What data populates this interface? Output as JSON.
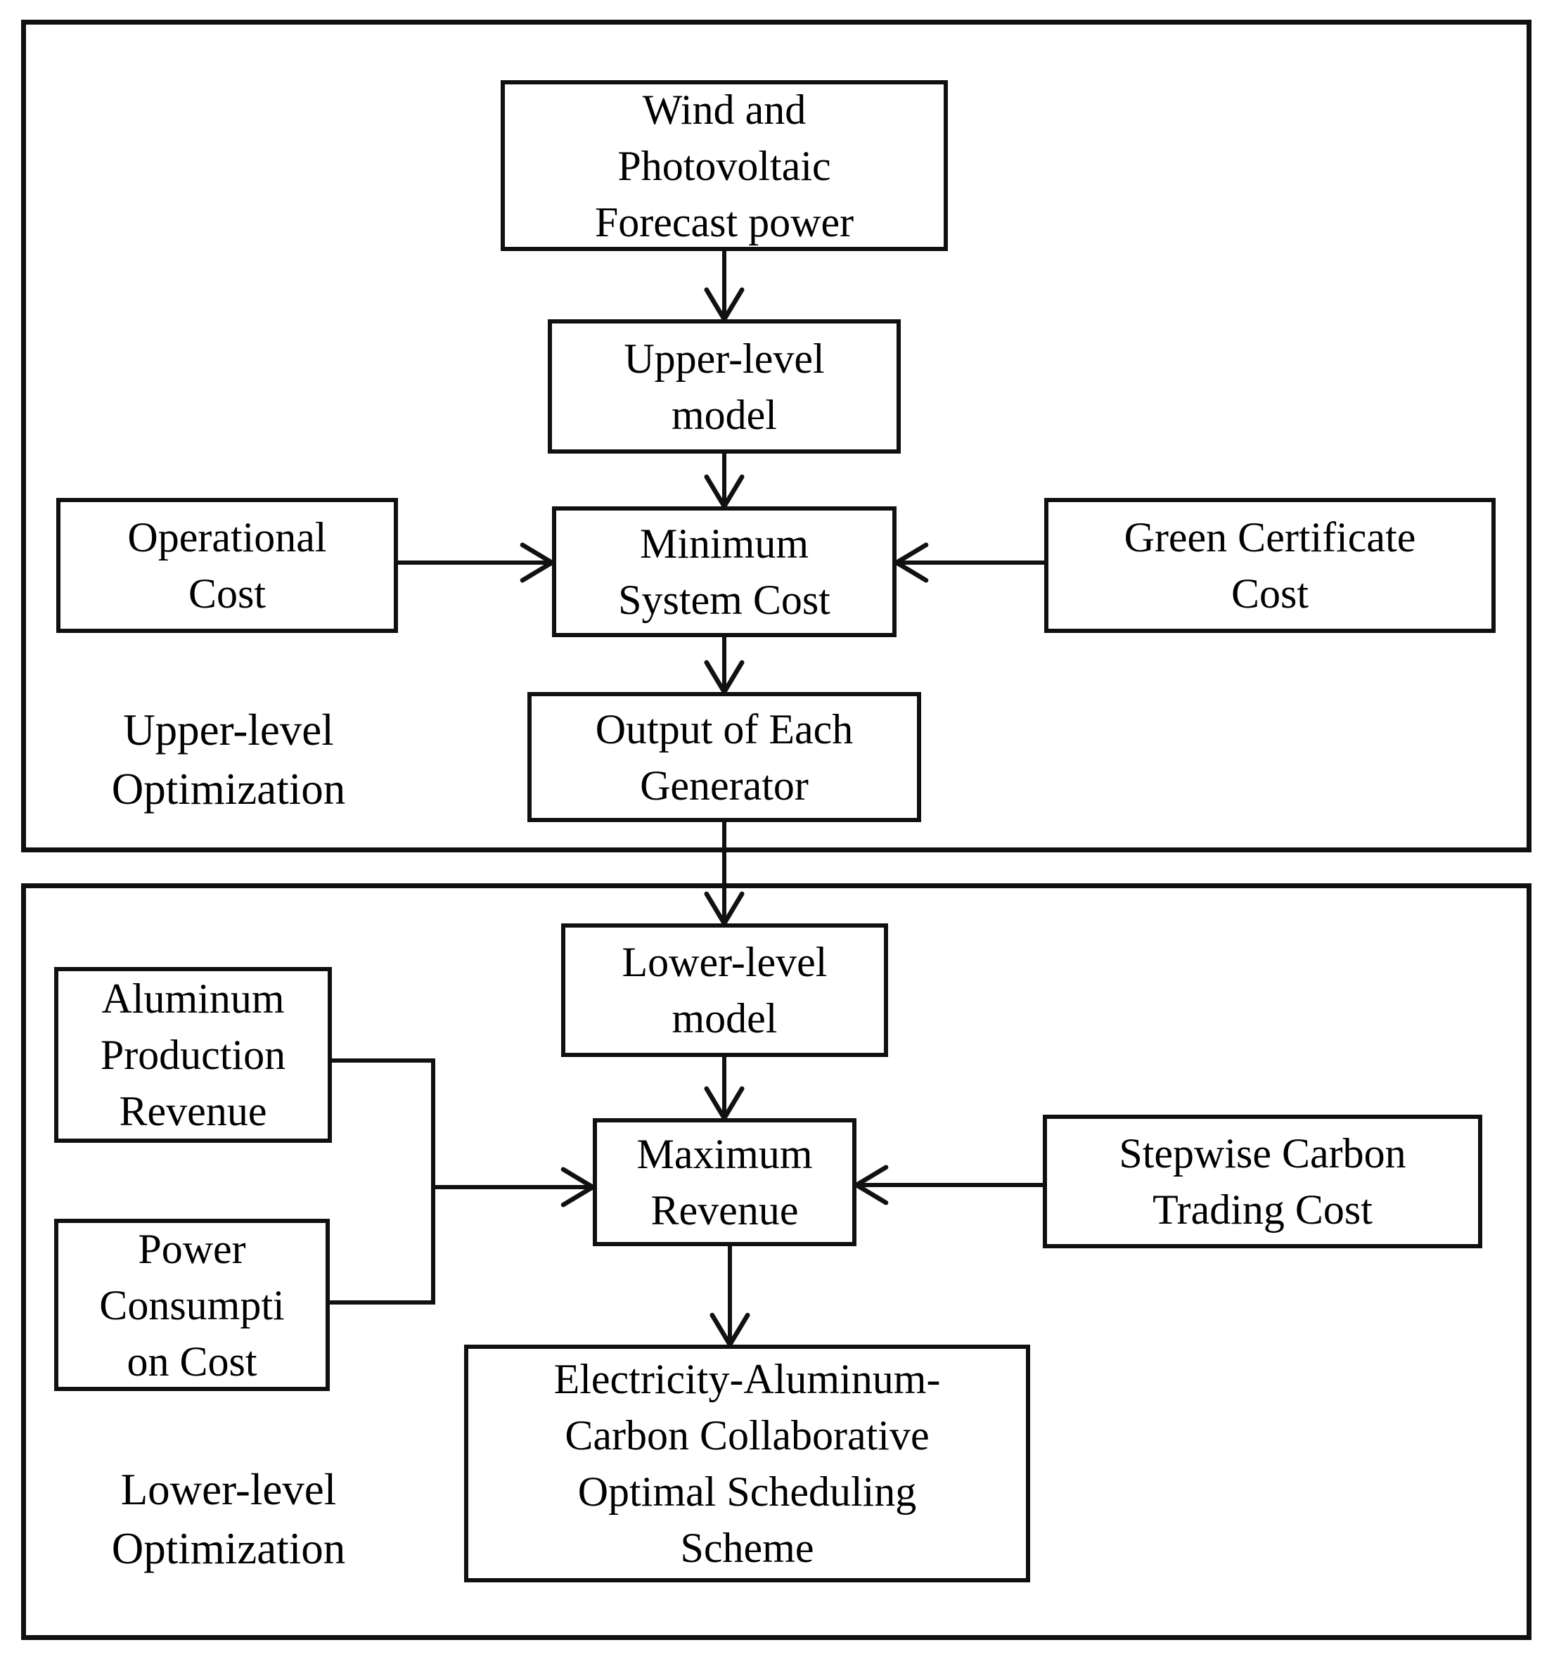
{
  "figure": {
    "upper_section": {
      "label": "Upper-level\nOptimization",
      "wind_pv_forecast": "Wind and\nPhotovoltaic\nForecast power",
      "upper_level_model": "Upper-level\nmodel",
      "operational_cost": "Operational\nCost",
      "minimum_system_cost": "Minimum\nSystem Cost",
      "green_certificate_cost": "Green Certificate\nCost",
      "output_of_each_generator": "Output of Each\nGenerator"
    },
    "lower_section": {
      "label": "Lower-level\nOptimization",
      "lower_level_model": "Lower-level\nmodel",
      "aluminum_production_revenue": "Aluminum\nProduction\nRevenue",
      "power_consumption_cost": "Power\nConsumpti\non Cost",
      "maximum_revenue": "Maximum\nRevenue",
      "stepwise_carbon_trading_cost": "Stepwise Carbon\nTrading Cost",
      "scheduling_scheme": "Electricity-Aluminum-\nCarbon Collaborative\nOptimal Scheduling\nScheme"
    },
    "colors": {
      "line": "#111111",
      "text": "#000000",
      "background": "#ffffff"
    }
  }
}
